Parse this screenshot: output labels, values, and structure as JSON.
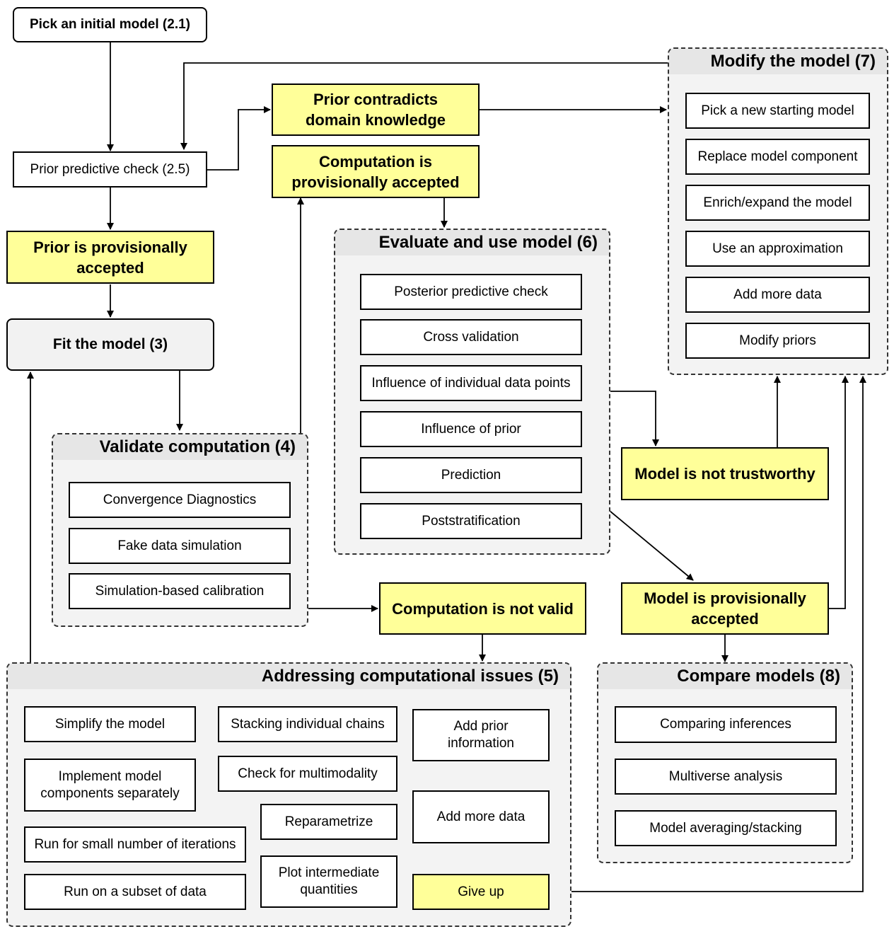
{
  "nodes": {
    "pick_initial": "Pick an initial model (2.1)",
    "prior_check": "Prior predictive check (2.5)",
    "prior_accepted": "Prior is provisionally\naccepted",
    "fit_model": "Fit the model (3)",
    "prior_contradicts": "Prior contradicts\ndomain knowledge",
    "computation_accepted": "Computation is\nprovisionally accepted",
    "computation_not_valid": "Computation is not valid",
    "model_not_trustworthy": "Model is not trustworthy",
    "model_accepted": "Model is provisionally\naccepted"
  },
  "groups": {
    "modify": {
      "title": "Modify the model (7)",
      "items": [
        "Pick a new starting model",
        "Replace model component",
        "Enrich/expand the model",
        "Use an approximation",
        "Add more data",
        "Modify priors"
      ]
    },
    "evaluate": {
      "title": "Evaluate and use model (6)",
      "items": [
        "Posterior predictive check",
        "Cross validation",
        "Influence of individual data points",
        "Influence of prior",
        "Prediction",
        "Poststratification"
      ]
    },
    "validate": {
      "title": "Validate computation (4)",
      "items": [
        "Convergence Diagnostics",
        "Fake data simulation",
        "Simulation-based calibration"
      ]
    },
    "addressing": {
      "title": "Addressing computational issues (5)",
      "items": [
        "Simplify the model",
        "Implement model\ncomponents separately",
        "Run for small number of iterations",
        "Run on a subset of data",
        "Stacking individual chains",
        "Check for multimodality",
        "Reparametrize",
        "Plot intermediate\nquantities",
        "Add prior\ninformation",
        "Add more data",
        "Give up"
      ]
    },
    "compare": {
      "title": "Compare models (8)",
      "items": [
        "Comparing inferences",
        "Multiverse analysis",
        "Model averaging/stacking"
      ]
    }
  },
  "colors": {
    "highlight": "#ffff99",
    "group_background": "#f3f3f3",
    "group_header": "#e6e6e6",
    "line": "#000000"
  }
}
